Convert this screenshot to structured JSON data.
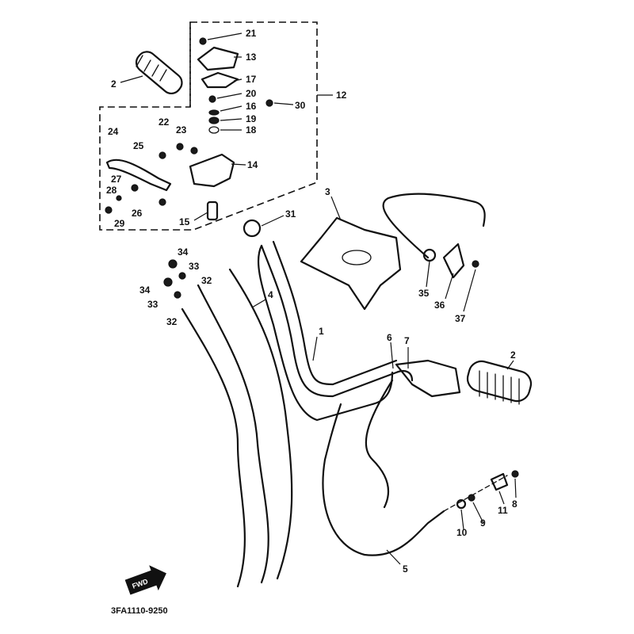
{
  "diagram_code": "3FA1110-9250",
  "forward_label": "FWD",
  "callouts": {
    "c1": "1",
    "c2a": "2",
    "c2b": "2",
    "c3": "3",
    "c4": "4",
    "c5": "5",
    "c6": "6",
    "c7": "7",
    "c8": "8",
    "c9": "9",
    "c10": "10",
    "c11": "11",
    "c12": "12",
    "c13": "13",
    "c14": "14",
    "c15": "15",
    "c16": "16",
    "c17": "17",
    "c18": "18",
    "c19": "19",
    "c20": "20",
    "c21": "21",
    "c22": "22",
    "c23": "23",
    "c24": "24",
    "c25": "25",
    "c26": "26",
    "c27": "27",
    "c28": "28",
    "c29": "29",
    "c30": "30",
    "c31": "31",
    "c32a": "32",
    "c32b": "32",
    "c33a": "33",
    "c33b": "33",
    "c34a": "34",
    "c34b": "34",
    "c35": "35",
    "c36": "36",
    "c37": "37"
  }
}
